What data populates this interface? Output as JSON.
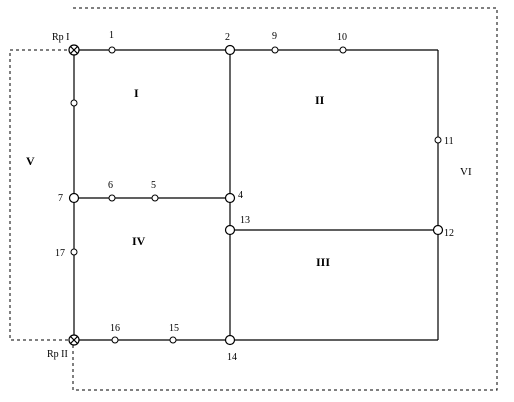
{
  "boundary": {
    "outer_dashed": true,
    "rp_labels": {
      "rp1": "Rp I",
      "rp2": "Rp II"
    }
  },
  "zones": {
    "I": "I",
    "II": "II",
    "III": "III",
    "IV": "IV",
    "V": "V",
    "VI": "VI"
  },
  "nodes": {
    "n1": "1",
    "n2": "2",
    "n4": "4",
    "n5": "5",
    "n6": "6",
    "n7": "7",
    "n9": "9",
    "n10": "10",
    "n11": "11",
    "n12": "12",
    "n13": "13",
    "n14": "14",
    "n15": "15",
    "n16": "16",
    "n17": "17"
  },
  "colors": {
    "line": "#000000",
    "background": "#ffffff"
  }
}
